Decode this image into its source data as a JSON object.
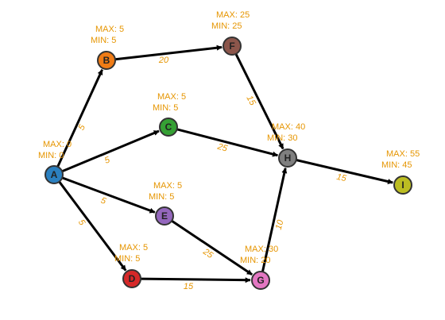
{
  "graph": {
    "nodes": [
      {
        "id": "A",
        "label": "A",
        "color": "#2b80c0",
        "max_label": "MAX: 0",
        "min_label": "MIN: 0"
      },
      {
        "id": "B",
        "label": "B",
        "color": "#f07c16",
        "max_label": "MAX: 5",
        "min_label": "MIN: 5"
      },
      {
        "id": "C",
        "label": "C",
        "color": "#35a034",
        "max_label": "MAX: 5",
        "min_label": "MIN: 5"
      },
      {
        "id": "D",
        "label": "D",
        "color": "#d62828",
        "max_label": "MAX: 5",
        "min_label": "MIN: 5"
      },
      {
        "id": "E",
        "label": "E",
        "color": "#9467bd",
        "max_label": "MAX: 5",
        "min_label": "MIN: 5"
      },
      {
        "id": "F",
        "label": "F",
        "color": "#8c564b",
        "max_label": "MAX: 25",
        "min_label": "MIN: 25"
      },
      {
        "id": "G",
        "label": "G",
        "color": "#e377c2",
        "max_label": "MAX: 30",
        "min_label": "MIN: 20"
      },
      {
        "id": "H",
        "label": "H",
        "color": "#7f7f7f",
        "max_label": "MAX: 40",
        "min_label": "MIN: 30"
      },
      {
        "id": "I",
        "label": "I",
        "color": "#bcbd22",
        "max_label": "MAX: 55",
        "min_label": "MIN: 45"
      }
    ],
    "edges": [
      {
        "from": "A",
        "to": "B",
        "weight": "5"
      },
      {
        "from": "A",
        "to": "C",
        "weight": "5"
      },
      {
        "from": "A",
        "to": "E",
        "weight": "5"
      },
      {
        "from": "A",
        "to": "D",
        "weight": "5"
      },
      {
        "from": "B",
        "to": "F",
        "weight": "20"
      },
      {
        "from": "F",
        "to": "H",
        "weight": "15"
      },
      {
        "from": "C",
        "to": "H",
        "weight": "25"
      },
      {
        "from": "E",
        "to": "G",
        "weight": "25"
      },
      {
        "from": "D",
        "to": "G",
        "weight": "15"
      },
      {
        "from": "G",
        "to": "H",
        "weight": "10"
      },
      {
        "from": "H",
        "to": "I",
        "weight": "15"
      }
    ]
  }
}
